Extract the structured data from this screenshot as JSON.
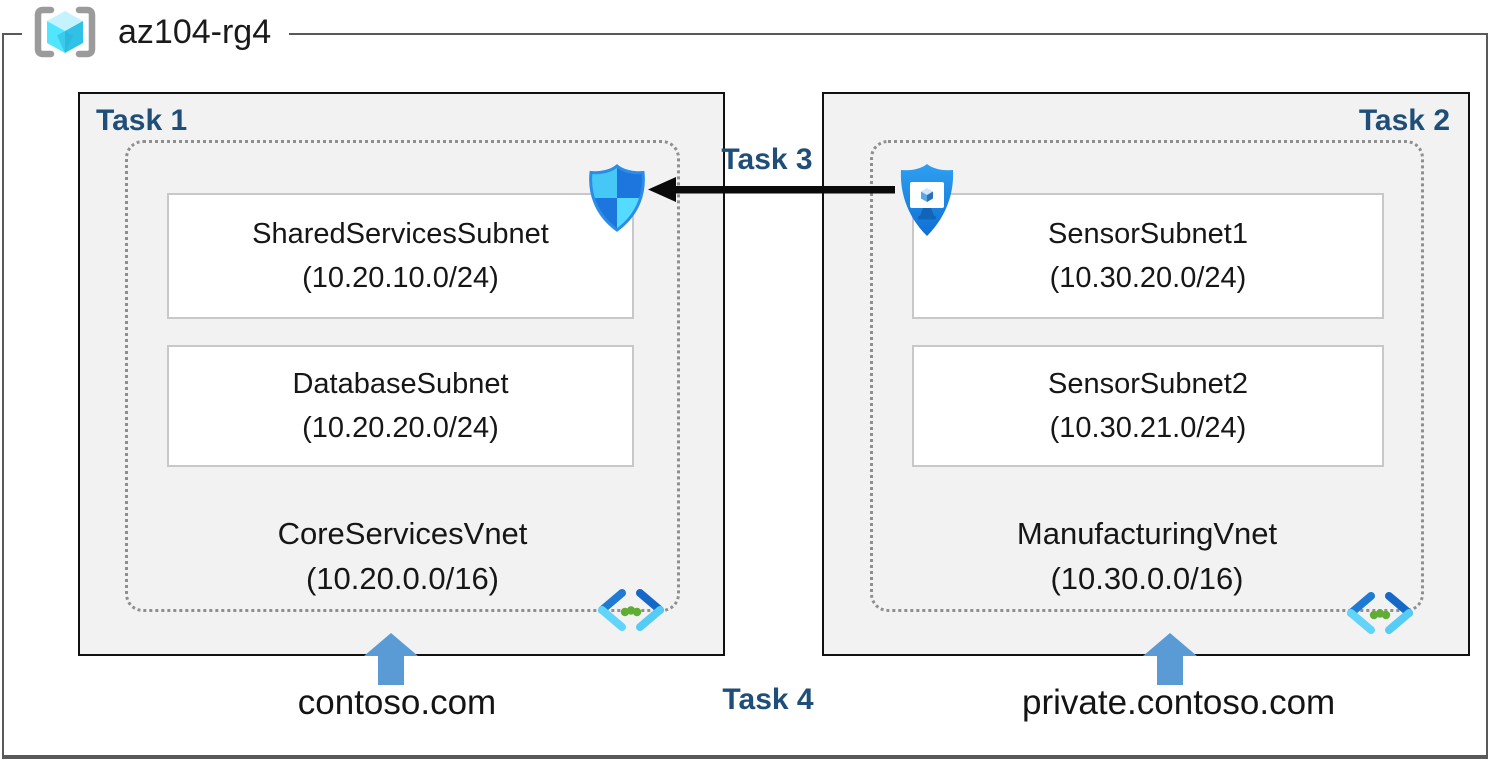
{
  "resource_group": {
    "name": "az104-rg4"
  },
  "tasks": {
    "task1": "Task 1",
    "task2": "Task 2",
    "task3": "Task 3",
    "task4": "Task 4"
  },
  "vnets": [
    {
      "name": "CoreServicesVnet",
      "cidr": "(10.20.0.0/16)",
      "dns_zone": "contoso.com",
      "subnets": [
        {
          "name": "SharedServicesSubnet",
          "cidr": "(10.20.10.0/24)"
        },
        {
          "name": "DatabaseSubnet",
          "cidr": "(10.20.20.0/24)"
        }
      ]
    },
    {
      "name": "ManufacturingVnet",
      "cidr": "(10.30.0.0/16)",
      "dns_zone": "private.contoso.com",
      "subnets": [
        {
          "name": "SensorSubnet1",
          "cidr": "(10.30.20.0/24)"
        },
        {
          "name": "SensorSubnet2",
          "cidr": "(10.30.21.0/24)"
        }
      ]
    }
  ],
  "icons": {
    "resource_group": "azure-resource-group-icon",
    "network_security_group": "nsg-shield-icon",
    "protected_vm": "shielded-vm-monitor-icon",
    "virtual_network": "vnet-chevrons-icon",
    "dns_arrow": "blue-up-arrow",
    "peering_arrow": "black-left-arrow"
  },
  "colors": {
    "task_label": "#1f4e79",
    "frame_border": "#595959",
    "box_fill": "#f2f2f2",
    "box_border": "#111111",
    "subnet_fill": "#ffffff",
    "subnet_border": "#c8c8c8",
    "dotted_border": "#8f8f8f",
    "up_arrow": "#5b9bd5",
    "shield_light": "#46c8f7",
    "shield_dark": "#1d76dd",
    "vnet_green_dot": "#60ad33"
  }
}
